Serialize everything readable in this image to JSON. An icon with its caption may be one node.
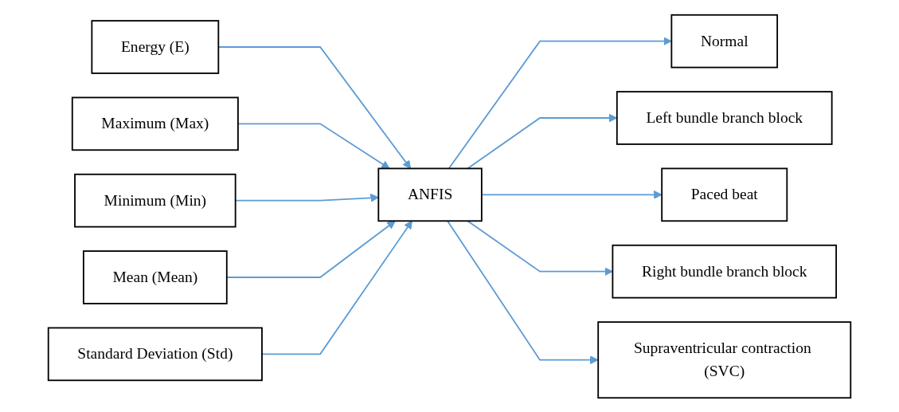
{
  "diagram": {
    "nodes": [
      {
        "text": [
          "Energy (E)"
        ]
      },
      {
        "text": [
          "Maximum (Max)"
        ]
      },
      {
        "text": [
          "Minimum (Min)"
        ]
      },
      {
        "text": [
          "Mean (Mean)"
        ]
      },
      {
        "text": [
          "Standard Deviation (Std)"
        ]
      },
      {
        "text": [
          "ANFIS"
        ]
      },
      {
        "text": [
          "Normal"
        ]
      },
      {
        "text": [
          "Left bundle branch block"
        ]
      },
      {
        "text": [
          "Paced beat"
        ]
      },
      {
        "text": [
          "Right bundle branch block"
        ]
      },
      {
        "text": [
          "Supraventricular contraction (SVC)"
        ]
      }
    ],
    "edges": [
      {
        "from": 0,
        "to": 5,
        "arrow": "to"
      },
      {
        "from": 1,
        "to": 5,
        "arrow": "to"
      },
      {
        "from": 2,
        "to": 5,
        "arrow": "to"
      },
      {
        "from": 3,
        "to": 5,
        "arrow": "to"
      },
      {
        "from": 4,
        "to": 5,
        "arrow": "to"
      },
      {
        "from": 5,
        "to": 6,
        "arrow": "to"
      },
      {
        "from": 5,
        "to": 7,
        "arrow": "to"
      },
      {
        "from": 5,
        "to": 8,
        "arrow": "to"
      },
      {
        "from": 5,
        "to": 9,
        "arrow": "to"
      },
      {
        "from": 5,
        "to": 10,
        "arrow": "to"
      }
    ]
  }
}
